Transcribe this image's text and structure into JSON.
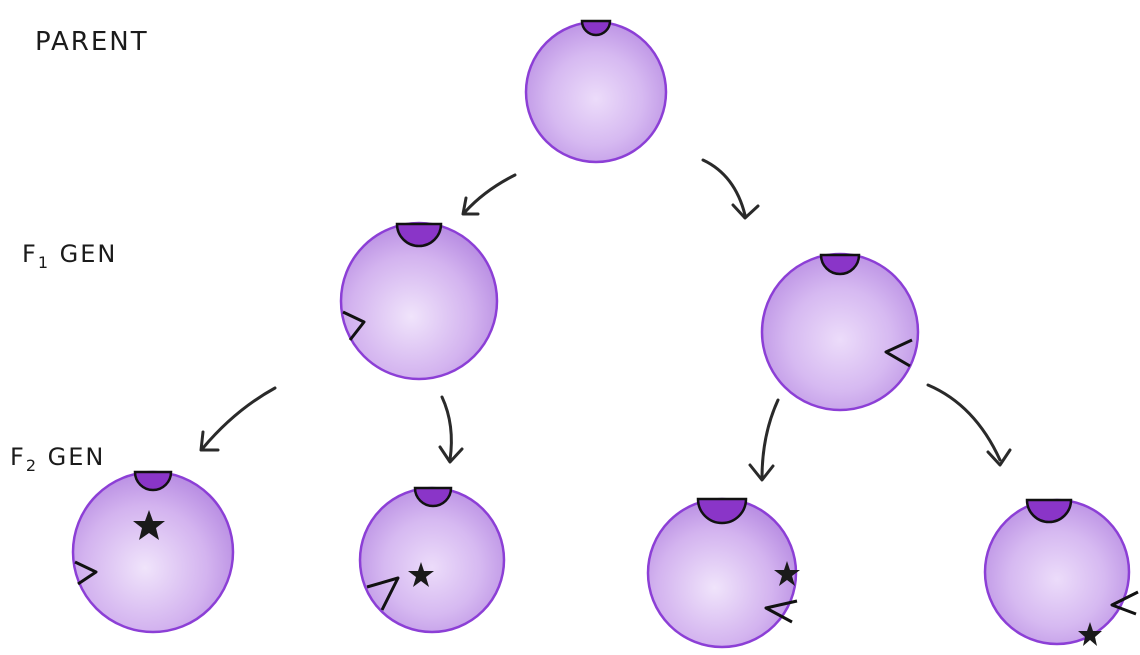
{
  "labels": {
    "parent": "PARENT",
    "f1": "F",
    "f1_sub": "1",
    "f1_rest": " GEN",
    "f2": "F",
    "f2_sub": "2",
    "f2_rest": " GEN"
  },
  "colors": {
    "cell_fill": "#c9a6ea",
    "cell_fill_light": "#ecdcfa",
    "cell_outline": "#8c3fd6",
    "cap_fill": "#8a35c8",
    "marker": "#222222",
    "arrow": "#2a2a2a",
    "text": "#1b1b1b"
  },
  "cells": [
    {
      "id": "parent",
      "generation": "Parent",
      "markers": [
        "cap"
      ]
    },
    {
      "id": "f1-left",
      "generation": "F1",
      "markers": [
        "cap",
        "triangle-left"
      ]
    },
    {
      "id": "f1-right",
      "generation": "F1",
      "markers": [
        "cap",
        "triangle-right"
      ]
    },
    {
      "id": "f2-1",
      "generation": "F2",
      "markers": [
        "cap",
        "star",
        "triangle-left"
      ]
    },
    {
      "id": "f2-2",
      "generation": "F2",
      "markers": [
        "cap",
        "star",
        "triangle-left"
      ]
    },
    {
      "id": "f2-3",
      "generation": "F2",
      "markers": [
        "cap",
        "star",
        "triangle-right"
      ]
    },
    {
      "id": "f2-4",
      "generation": "F2",
      "markers": [
        "cap",
        "star",
        "triangle-right"
      ]
    }
  ]
}
